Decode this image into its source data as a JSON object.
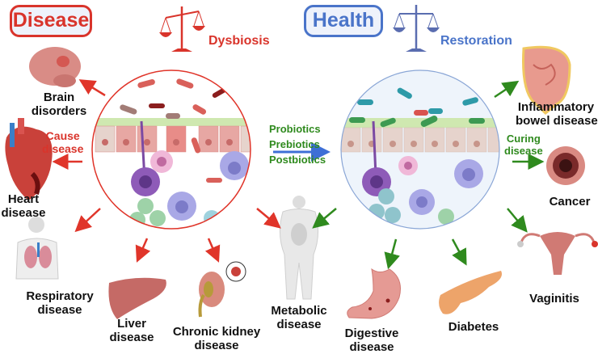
{
  "header": {
    "disease_title": "Disease",
    "health_title": "Health",
    "dysbiosis_label": "Dysbiosis",
    "restoration_label": "Restoration"
  },
  "center": {
    "interventions": [
      "Probiotics",
      "Prebiotics",
      "Postbiotics"
    ]
  },
  "left": {
    "cause_label_line1": "Cause",
    "cause_label_line2": "disease",
    "diseases": [
      {
        "line1": "Brain",
        "line2": "disorders",
        "icon": "brain-icon"
      },
      {
        "line1": "Heart",
        "line2": "disease",
        "icon": "heart-icon"
      },
      {
        "line1": "Respiratory",
        "line2": "disease",
        "icon": "lungs-icon"
      },
      {
        "line1": "Liver",
        "line2": "disease",
        "icon": "liver-icon"
      },
      {
        "line1": "Chronic kidney",
        "line2": "disease",
        "icon": "kidney-icon"
      }
    ]
  },
  "shared": {
    "line1": "Metabolic",
    "line2": "disease",
    "icon": "body-icon"
  },
  "right": {
    "curing_label_line1": "Curing",
    "curing_label_line2": "disease",
    "diseases": [
      {
        "line1": "Inflammatory",
        "line2": "bowel disease",
        "icon": "intestine-icon"
      },
      {
        "line1": "Cancer",
        "line2": "",
        "icon": "tumor-icon"
      },
      {
        "line1": "Vaginitis",
        "line2": "",
        "icon": "uterus-icon"
      },
      {
        "line1": "Diabetes",
        "line2": "",
        "icon": "pancreas-icon"
      },
      {
        "line1": "Digestive",
        "line2": "disease",
        "icon": "stomach-icon"
      }
    ]
  },
  "colors": {
    "disease_red": "#d9342b",
    "health_blue": "#4a74c9",
    "intervention_green": "#2f8a1e"
  }
}
